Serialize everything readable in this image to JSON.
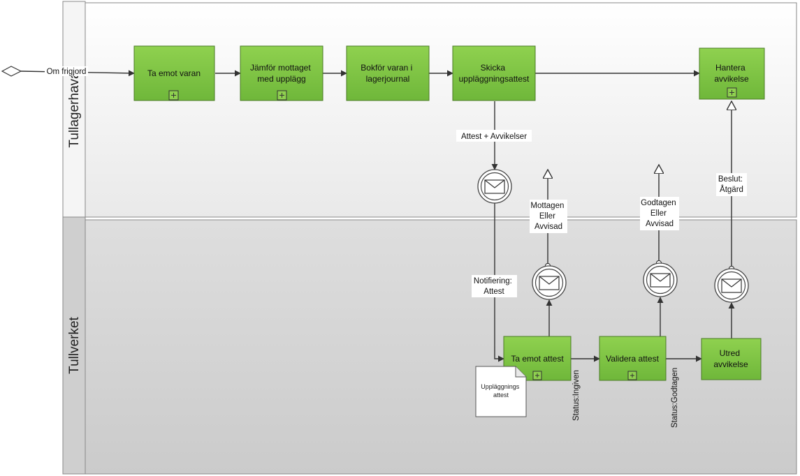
{
  "lanes": {
    "top": {
      "name": "Tullagerhava"
    },
    "bottom": {
      "name": "Tullverket"
    }
  },
  "start": {
    "label": "Om frigjord"
  },
  "tasks": {
    "ta_emot_varan": [
      "Ta emot varan"
    ],
    "jamfor": [
      "Jämför mottaget",
      "med upplägg"
    ],
    "bokfor": [
      "Bokför varan i",
      "lagerjournal"
    ],
    "skicka": [
      "Skicka",
      "uppläggningsattest"
    ],
    "hantera": [
      "Hantera",
      "avvikelse"
    ],
    "ta_emot_attest": [
      "Ta emot attest"
    ],
    "validera": [
      "Validera attest"
    ],
    "utred": [
      "Utred",
      "avvikelse"
    ]
  },
  "flow_labels": {
    "attest_avvikelser": [
      "Attest + Avvikelser"
    ],
    "notifiering": [
      "Notifiering:",
      "Attest"
    ],
    "mottagen": [
      "Mottagen",
      "Eller",
      "Avvisad"
    ],
    "godtagen": [
      "Godtagen",
      "Eller",
      "Avvisad"
    ],
    "beslut": [
      "Beslut:",
      "Åtgärd"
    ]
  },
  "document": {
    "label": [
      "Uppläggnings",
      "attest"
    ]
  },
  "status_labels": {
    "ingiven": "Status:Ingiven",
    "godtagen": "Status:Godtagen"
  },
  "colors": {
    "task_fill": "#7cc142",
    "task_stroke": "#4a7a25",
    "top_lane": "#f4f4f4",
    "bottom_lane": "#d3d3d3"
  }
}
